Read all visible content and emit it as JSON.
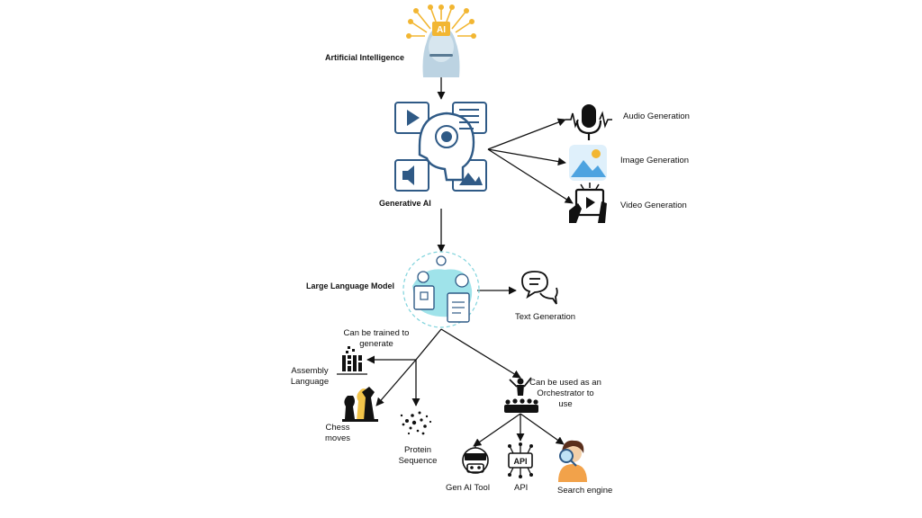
{
  "nodes": {
    "ai": "Artificial Intelligence",
    "genai": "Generative AI",
    "audio": "Audio Generation",
    "image": "Image Generation",
    "video": "Video Generation",
    "llm": "Large Language Model",
    "text": "Text Generation",
    "trained": "Can be trained to generate",
    "assembly": "Assembly Language",
    "chess": "Chess moves",
    "protein": "Protein Sequence",
    "orchestrator": "Can be used as an Orchestrator to use",
    "gentool": "Gen AI Tool",
    "api": "API",
    "search": "Search engine"
  },
  "icon_text": {
    "ai_chip": "AI",
    "api_chip": "API"
  },
  "colors": {
    "primary_blue": "#2f5a86",
    "teal": "#7fd3dc",
    "yellow": "#f2b632",
    "sky": "#4da3e0"
  }
}
